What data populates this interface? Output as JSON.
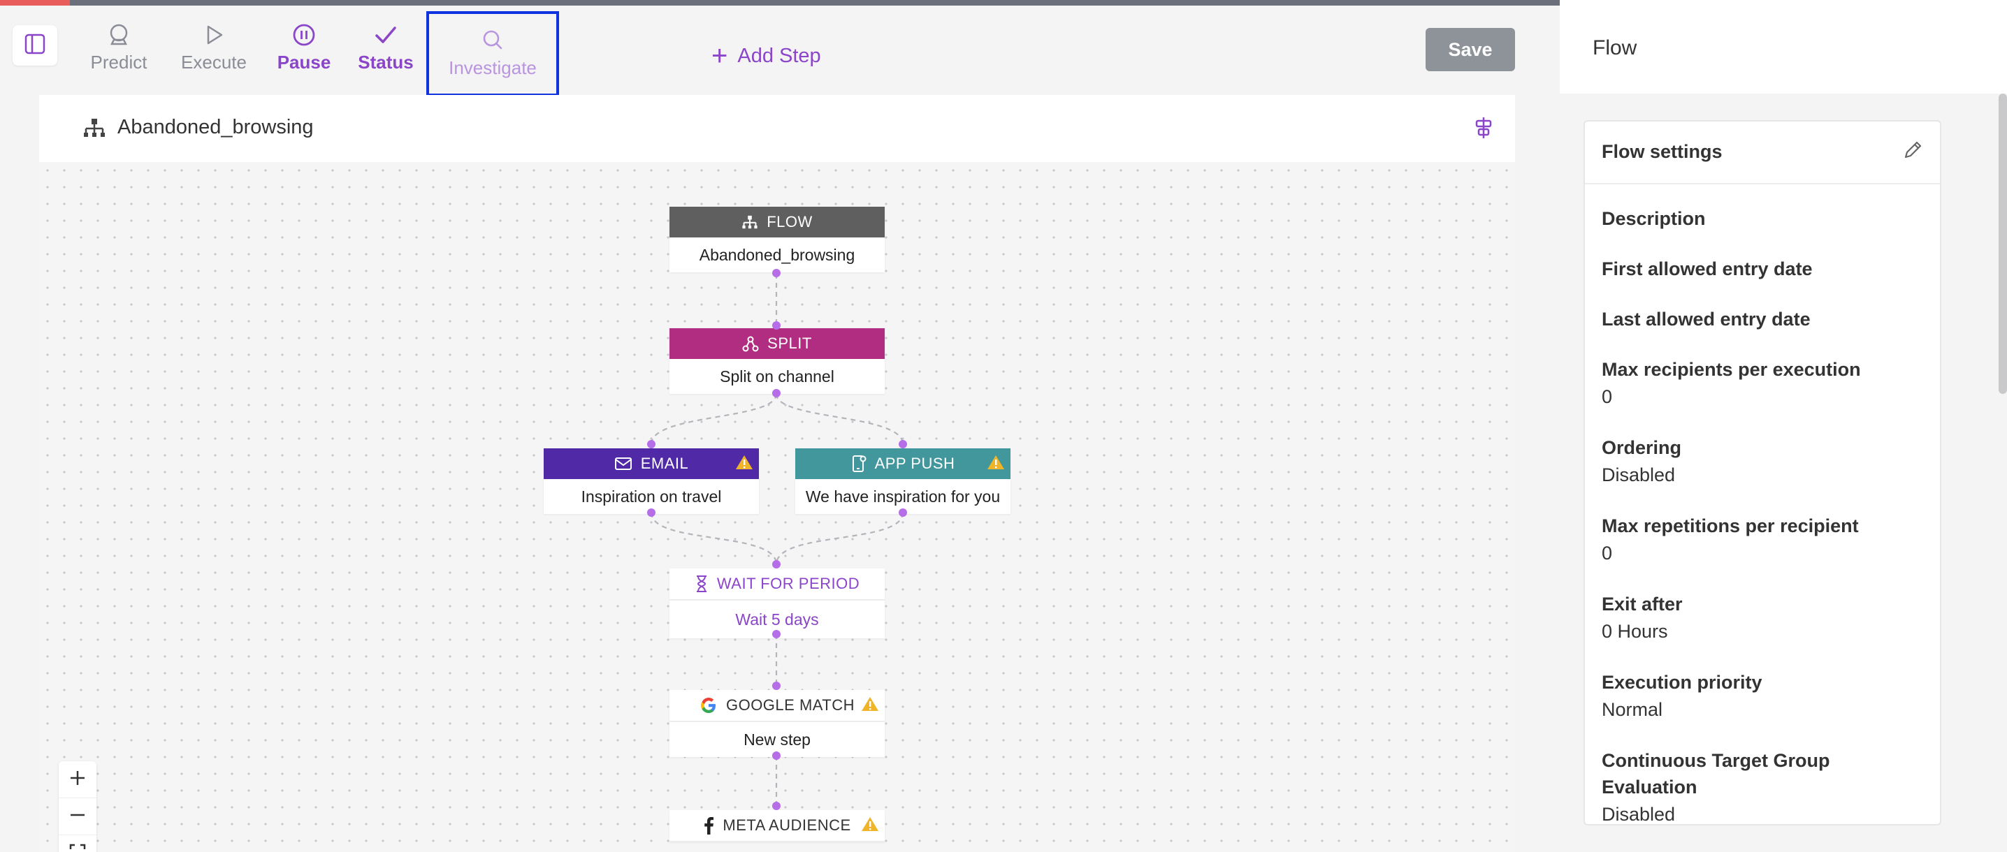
{
  "toolbar": {
    "predict": "Predict",
    "execute": "Execute",
    "pause": "Pause",
    "status": "Status",
    "investigate": "Investigate",
    "add_step": "Add Step",
    "save": "Save"
  },
  "flow_name": "Abandoned_browsing",
  "nodes": {
    "flow": {
      "type": "FLOW",
      "label": "Abandoned_browsing",
      "color": "#5f5f5f"
    },
    "split": {
      "type": "SPLIT",
      "label": "Split on channel",
      "color": "#b02d82"
    },
    "email": {
      "type": "EMAIL",
      "label": "Inspiration on travel",
      "color": "#4f29a6",
      "warning": true
    },
    "app_push": {
      "type": "APP PUSH",
      "label": "We have inspiration for you",
      "color": "#42979c",
      "warning": true
    },
    "wait": {
      "type": "WAIT FOR PERIOD",
      "label": "Wait 5 days"
    },
    "google": {
      "type": "GOOGLE MATCH",
      "label": "New step",
      "warning": true
    },
    "meta": {
      "type": "META AUDIENCE",
      "label": "",
      "warning": true
    }
  },
  "panel": {
    "title": "Flow",
    "card_title": "Flow settings",
    "fields": [
      {
        "label": "Description",
        "value": ""
      },
      {
        "label": "First allowed entry date",
        "value": ""
      },
      {
        "label": "Last allowed entry date",
        "value": ""
      },
      {
        "label": "Max recipients per execution",
        "value": "0"
      },
      {
        "label": "Ordering",
        "value": "Disabled"
      },
      {
        "label": "Max repetitions per recipient",
        "value": "0"
      },
      {
        "label": "Exit after",
        "value": "0 Hours"
      },
      {
        "label": "Execution priority",
        "value": "Normal"
      },
      {
        "label": "Continuous Target Group Evaluation",
        "value": "Disabled"
      }
    ]
  },
  "colors": {
    "accent": "#8b45c9",
    "highlight_box": "#1033e0",
    "save_disabled": "#8e9299",
    "warning": "#f0b429"
  },
  "icons": [
    "sidebar-toggle-icon",
    "predict-icon",
    "execute-icon",
    "pause-icon",
    "status-check-icon",
    "search-icon",
    "plus-icon",
    "flow-icon",
    "align-icon",
    "split-icon",
    "email-icon",
    "app-push-icon",
    "hourglass-icon",
    "google-icon",
    "facebook-icon",
    "warning-icon",
    "pencil-icon",
    "zoom-in-icon",
    "zoom-out-icon",
    "fit-icon"
  ]
}
